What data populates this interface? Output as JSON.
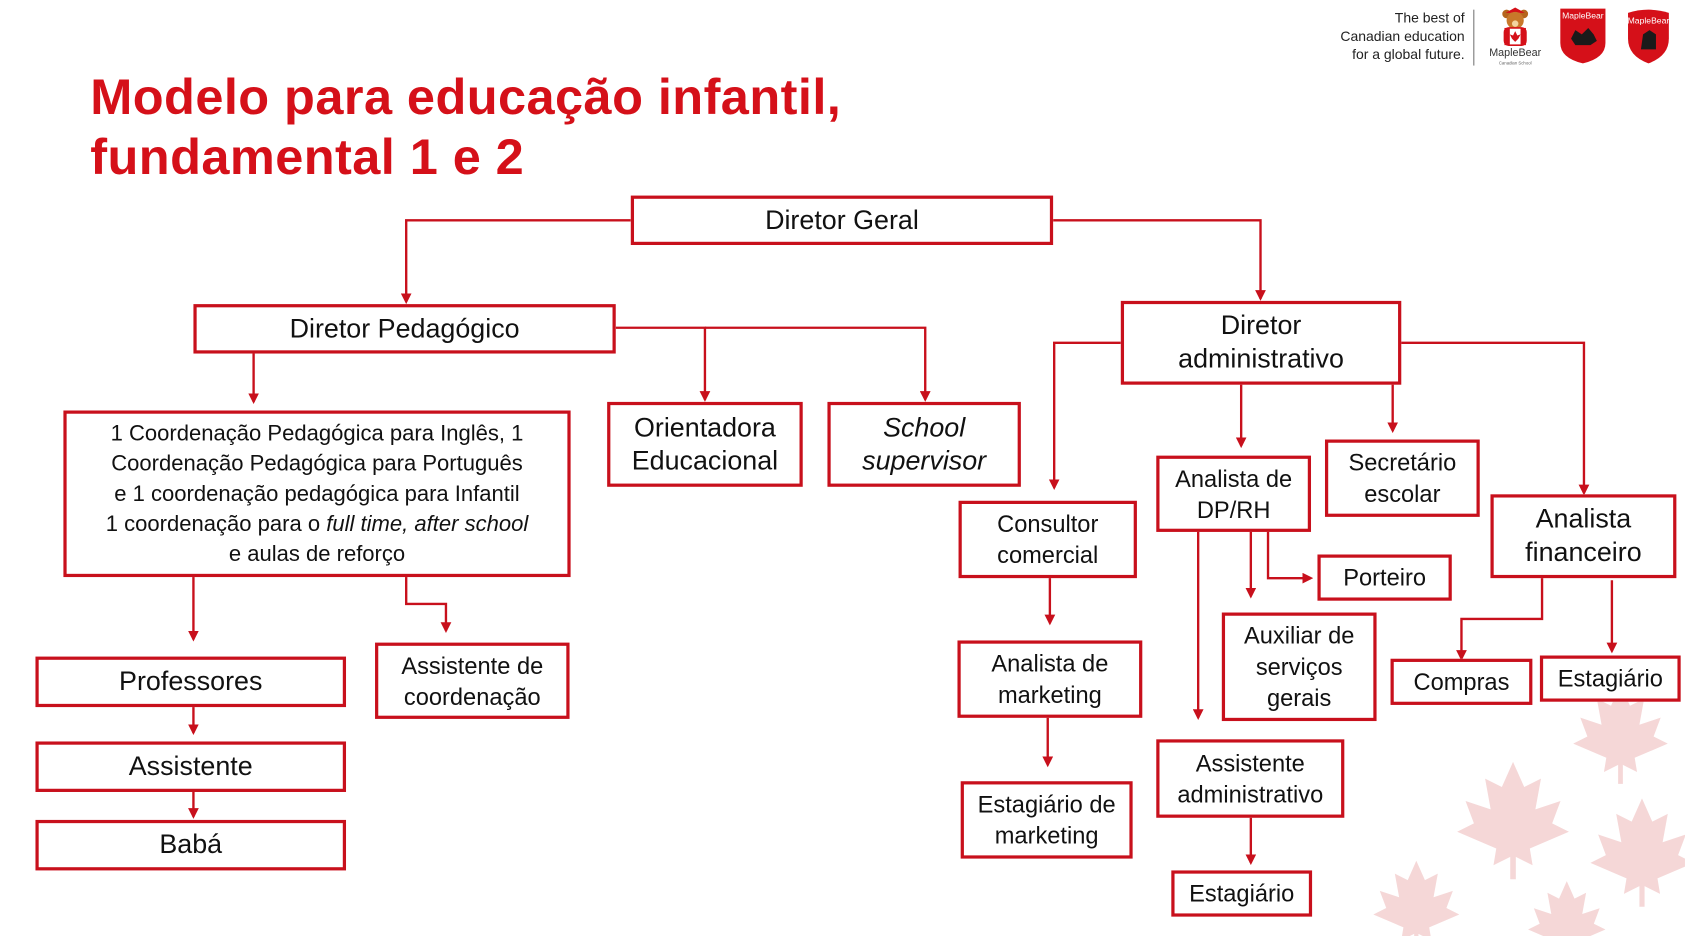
{
  "title": {
    "line1": "Modelo para educação infantil,",
    "line2": "fundamental 1 e 2"
  },
  "branding": {
    "tagline_line1": "The best of",
    "tagline_line2": "Canadian education",
    "tagline_line3": "for a global future.",
    "logo_label": "MapleBear",
    "logo_sub": "Canadian School",
    "shield1_label": "MapleBear",
    "shield2_label": "MapleBear",
    "accent_color": "#c8101c",
    "title_color": "#d51019"
  },
  "org_chart": {
    "diretor_geral": "Diretor Geral",
    "diretor_pedagogico": "Diretor Pedagógico",
    "diretor_administrativo_l1": "Diretor",
    "diretor_administrativo_l2": "administrativo",
    "coordenacao": {
      "l1": "1 Coordenação Pedagógica para Inglês, 1",
      "l2": "Coordenação Pedagógica para Português",
      "l3": "e 1 coordenação pedagógica para Infantil",
      "l4_pre": "1 coordenação para o ",
      "l4_italic": "full time, after school",
      "l5": "e aulas de reforço"
    },
    "orientadora_l1": "Orientadora",
    "orientadora_l2": "Educacional",
    "school_supervisor_l1": "School",
    "school_supervisor_l2": "supervisor",
    "professores": "Professores",
    "assistente": "Assistente",
    "baba": "Babá",
    "assistente_coordenacao_l1": "Assistente de",
    "assistente_coordenacao_l2": "coordenação",
    "consultor_l1": "Consultor",
    "consultor_l2": "comercial",
    "analista_marketing_l1": "Analista de",
    "analista_marketing_l2": "marketing",
    "estagiario_marketing_l1": "Estagiário de",
    "estagiario_marketing_l2": "marketing",
    "analista_dp_l1": "Analista de",
    "analista_dp_l2": "DP/RH",
    "porteiro": "Porteiro",
    "auxiliar_l1": "Auxiliar de",
    "auxiliar_l2": "serviços",
    "auxiliar_l3": "gerais",
    "assistente_adm_l1": "Assistente",
    "assistente_adm_l2": "administrativo",
    "estagiario_adm": "Estagiário",
    "secretario_l1": "Secretário",
    "secretario_l2": "escolar",
    "analista_fin_l1": "Analista",
    "analista_fin_l2": "financeiro",
    "compras": "Compras",
    "estagiario_fin": "Estagiário"
  }
}
